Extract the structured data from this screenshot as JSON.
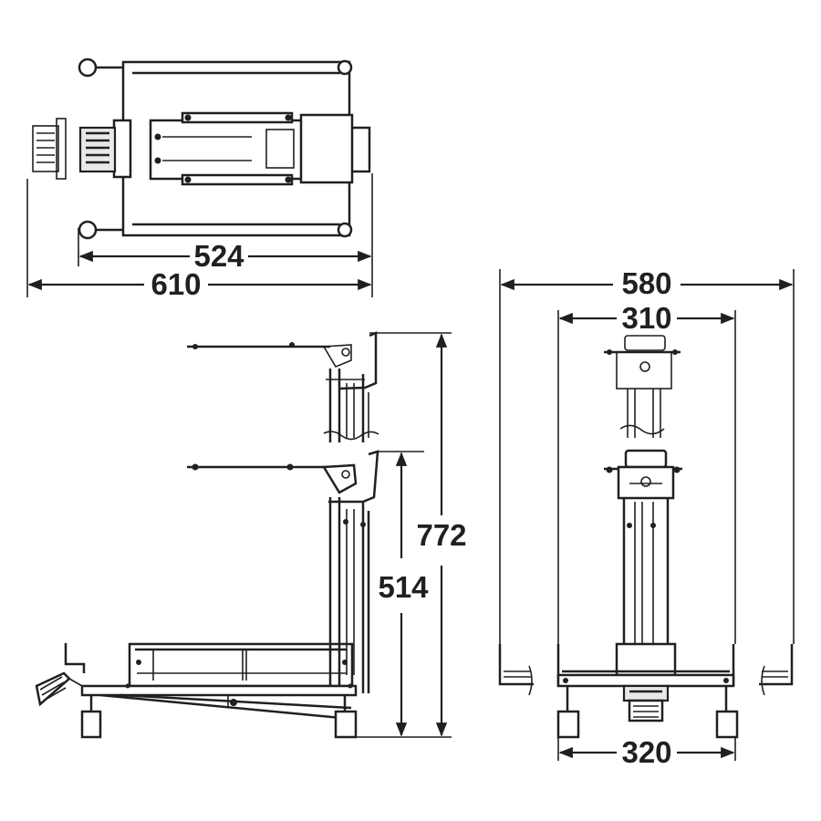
{
  "dimensions": {
    "top_inner_width": "524",
    "top_overall_width": "610",
    "front_overall_width": "580",
    "front_upper_width": "310",
    "front_base_width": "320",
    "side_overall_height": "772",
    "side_lower_height": "514"
  }
}
